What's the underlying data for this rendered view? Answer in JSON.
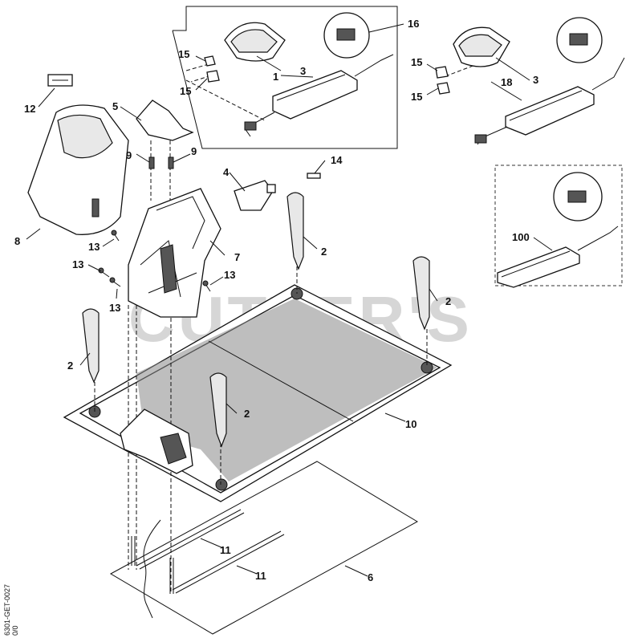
{
  "watermark": "CUTTER'S",
  "document_id": "6301-GET-0027",
  "document_tag": "0/0",
  "callouts": {
    "c1": "1",
    "c2a": "2",
    "c2b": "2",
    "c2c": "2",
    "c2d": "2",
    "c3a": "3",
    "c3b": "3",
    "c4": "4",
    "c5": "5",
    "c6": "6",
    "c7": "7",
    "c8": "8",
    "c9a": "9",
    "c9b": "9",
    "c10": "10",
    "c11a": "11",
    "c11b": "11",
    "c12": "12",
    "c13a": "13",
    "c13b": "13",
    "c13c": "13",
    "c13d": "13",
    "c14": "14",
    "c15a": "15",
    "c15b": "15",
    "c15c": "15",
    "c15d": "15",
    "c16": "16",
    "c18": "18",
    "c100": "100"
  }
}
